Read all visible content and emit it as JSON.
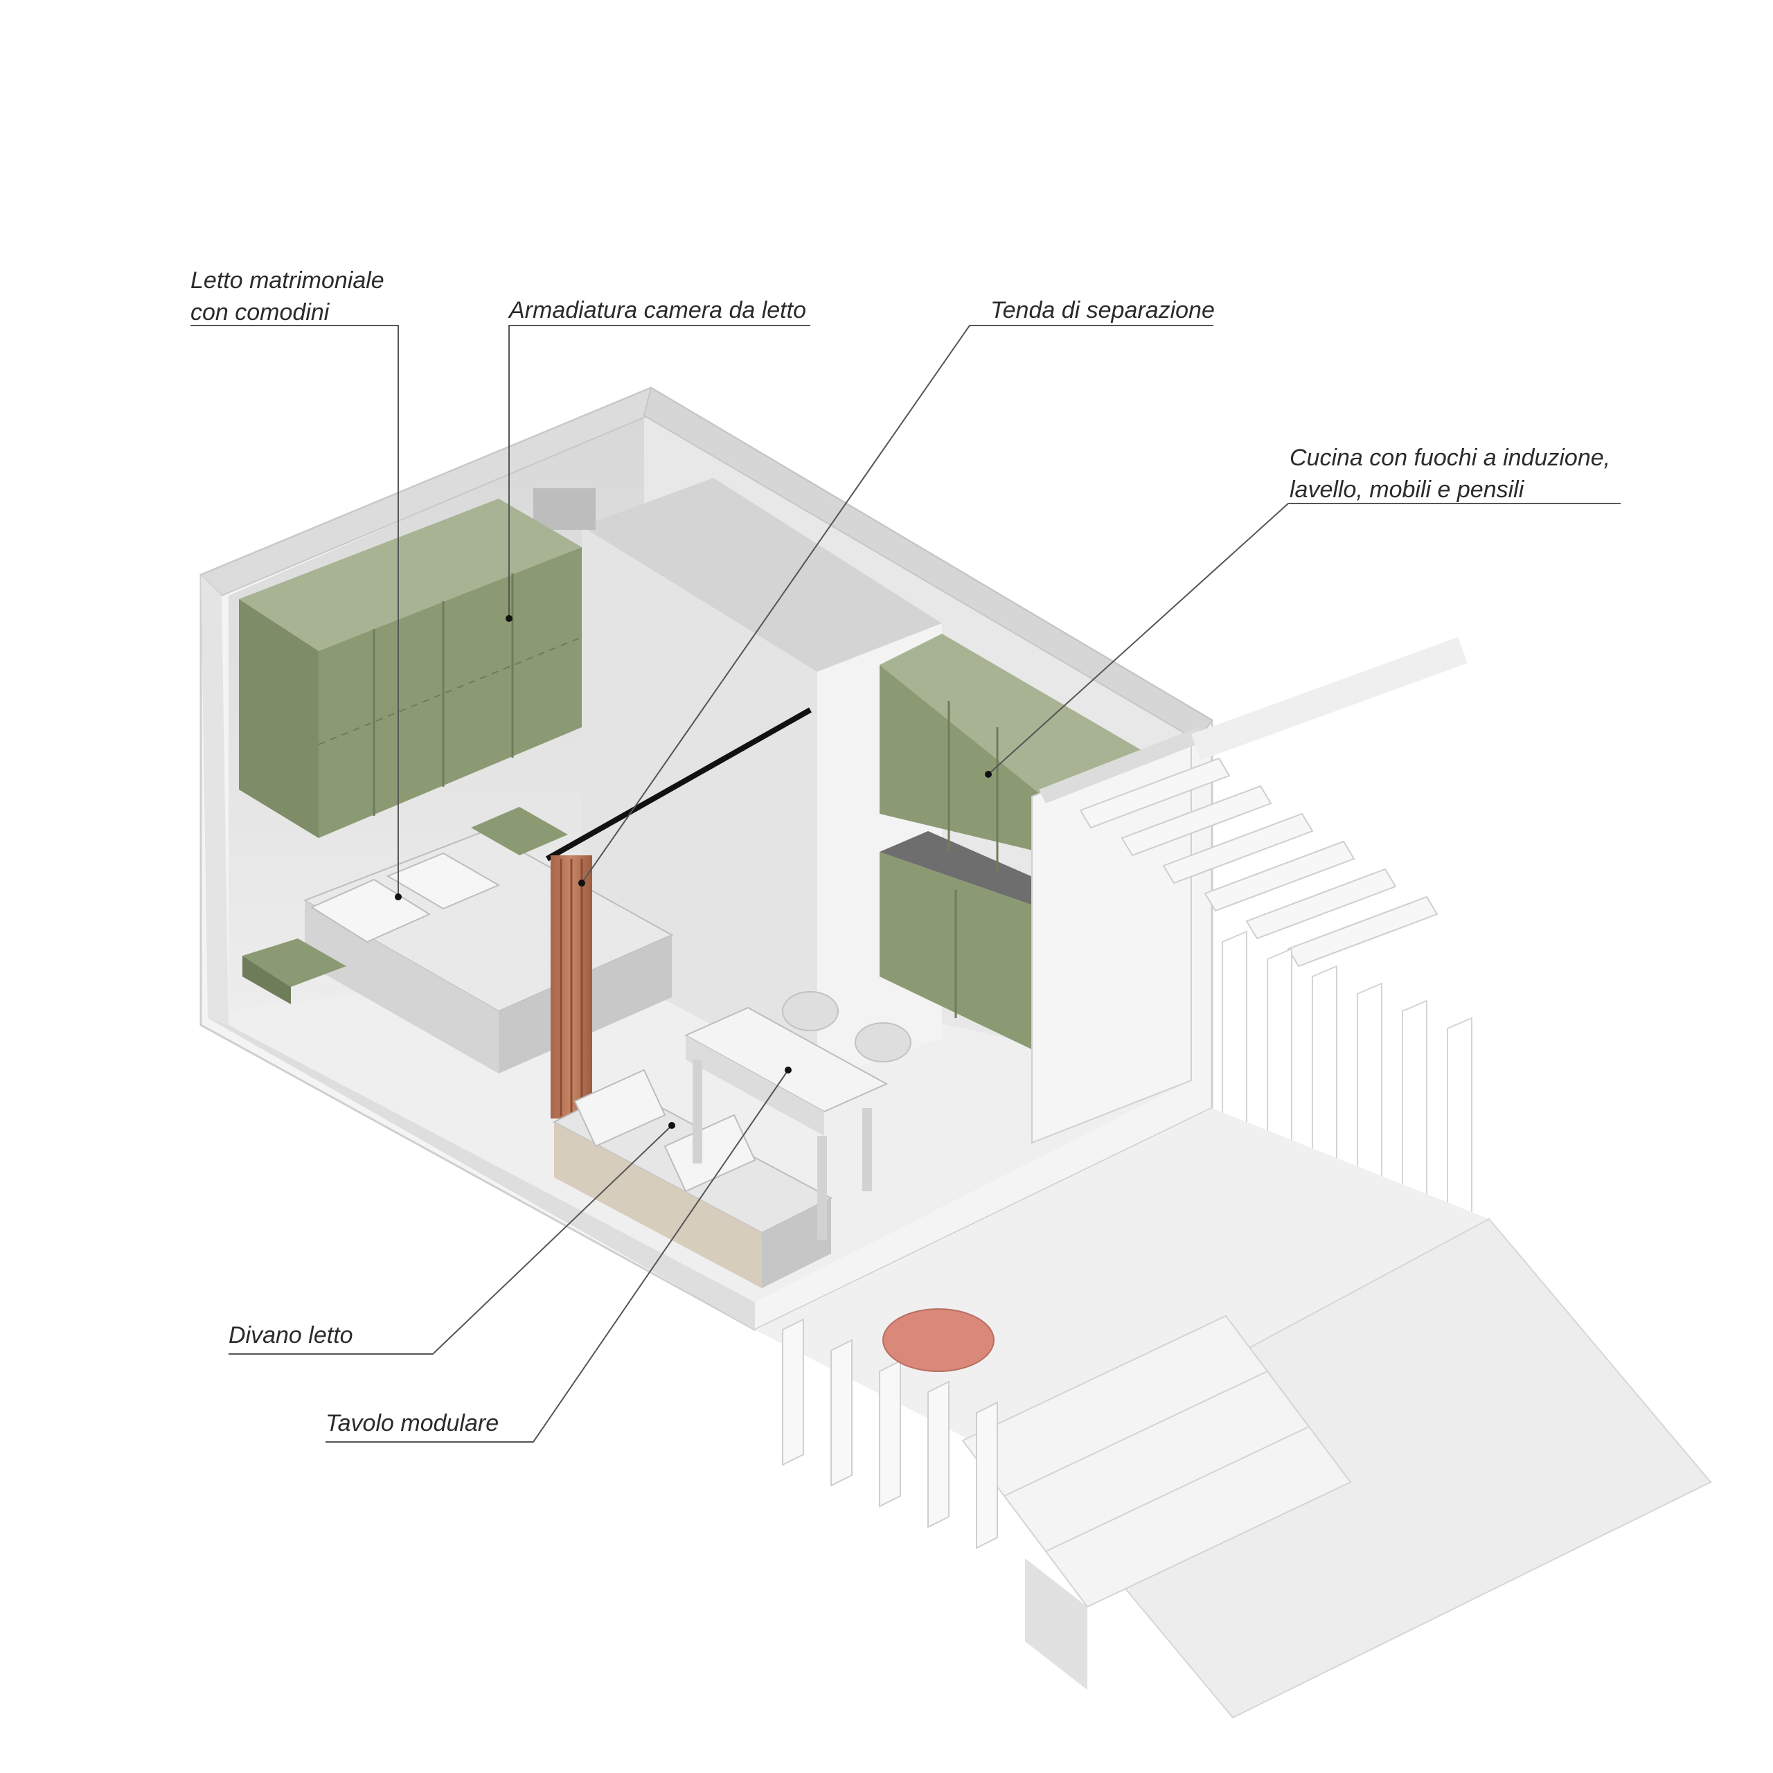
{
  "annotations": {
    "bed": {
      "line1": "Letto matrimoniale",
      "line2": "con comodini"
    },
    "wardrobe": "Armadiatura camera da letto",
    "curtain": "Tenda di separazione",
    "kitchen": {
      "line1": "Cucina con fuochi a induzione,",
      "line2": "lavello, mobili e pensili"
    },
    "sofa_bed": "Divano letto",
    "table": "Tavolo modulare"
  },
  "colors": {
    "cabinet_green": "#8c9a74",
    "curtain_wood": "#b9785a",
    "pouf_pink": "#d9887a",
    "leader_line": "#555555",
    "wall_grey": "#e2e2e2"
  }
}
